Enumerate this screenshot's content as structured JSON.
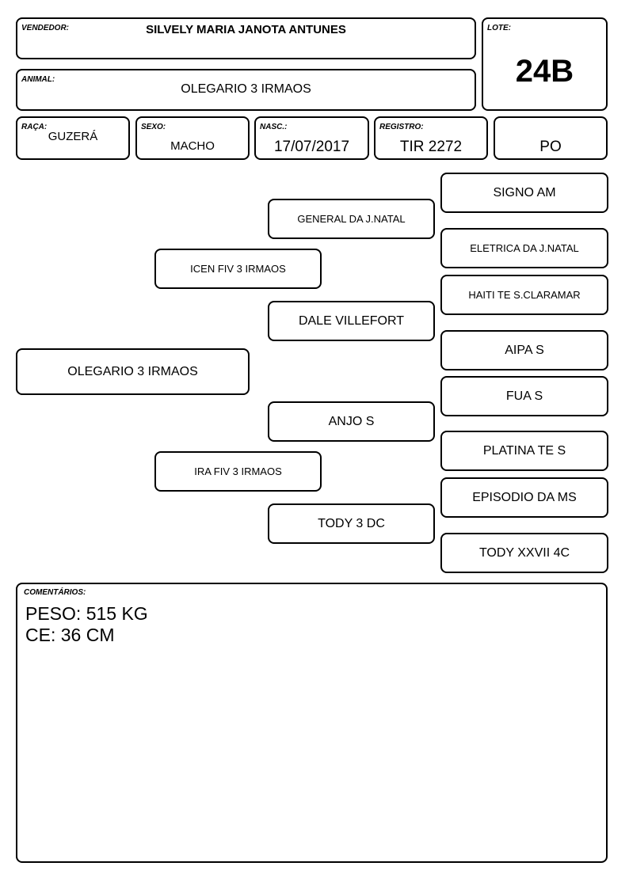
{
  "header": {
    "vendedor": {
      "label": "VENDEDOR:",
      "value": "SILVELY MARIA JANOTA ANTUNES"
    },
    "lote": {
      "label": "LOTE:",
      "value": "24B"
    },
    "animal": {
      "label": "ANIMAL:",
      "value": "OLEGARIO 3 IRMAOS"
    },
    "raca": {
      "label": "RAÇA:",
      "value": "GUZERÁ"
    },
    "sexo": {
      "label": "SEXO:",
      "value": "MACHO"
    },
    "nasc": {
      "label": "NASC.:",
      "value": "17/07/2017"
    },
    "registro": {
      "label": "REGISTRO:",
      "value": "TIR 2272"
    },
    "categoria": {
      "value": "PO"
    }
  },
  "pedigree": {
    "animal": "OLEGARIO 3 IRMAOS",
    "sire": "ICEN FIV 3 IRMAOS",
    "dam": "IRA FIV 3 IRMAOS",
    "sire_sire": "GENERAL DA J.NATAL",
    "sire_dam": "DALE VILLEFORT",
    "dam_sire": "ANJO S",
    "dam_dam": "TODY 3 DC",
    "ggp": [
      "SIGNO AM",
      "ELETRICA DA J.NATAL",
      "HAITI TE S.CLARAMAR",
      "AIPA S",
      "FUA S",
      "PLATINA TE S",
      "EPISODIO DA MS",
      "TODY XXVII 4C"
    ]
  },
  "comments": {
    "label": "COMENTÁRIOS:",
    "lines": [
      "PESO: 515 KG",
      "CE: 36 CM"
    ]
  }
}
